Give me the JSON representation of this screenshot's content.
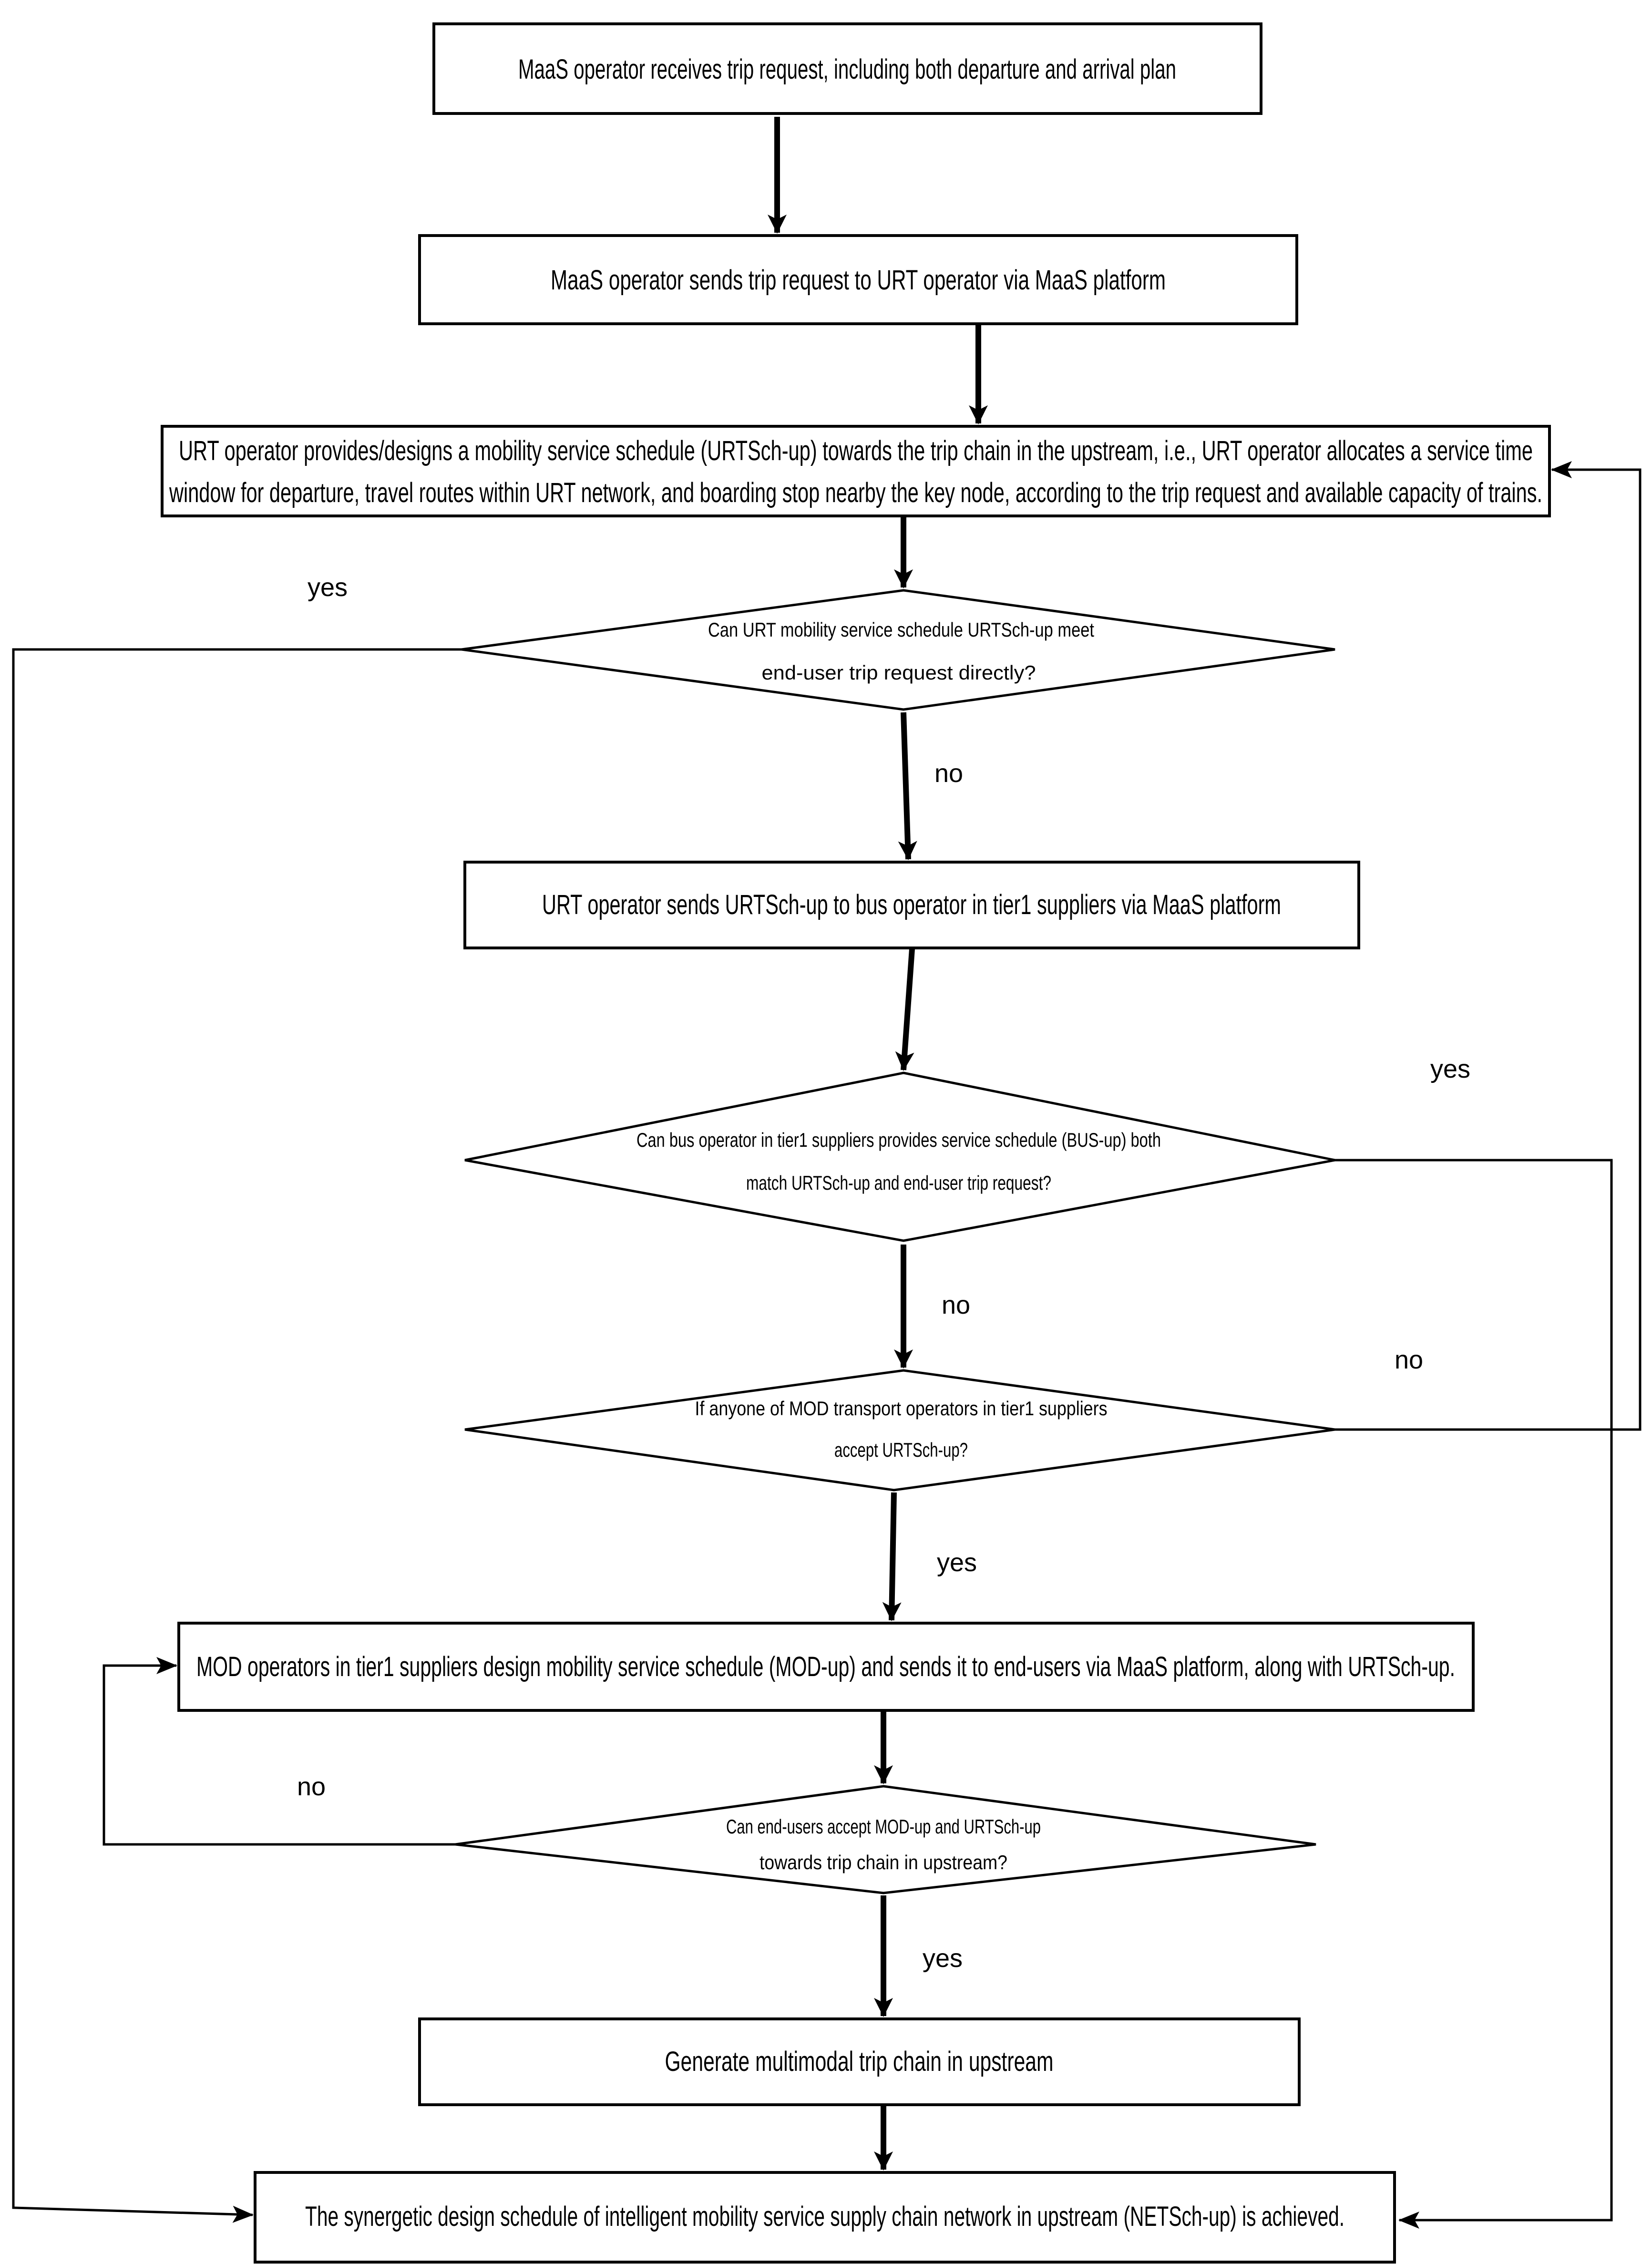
{
  "nodes": {
    "n1": [
      "MaaS operator receives trip request, including both departure and arrival plan"
    ],
    "n2": [
      "MaaS operator sends trip request to URT operator via MaaS platform"
    ],
    "n3": [
      "URT operator provides/designs a mobility service schedule (URTSch-up) towards the trip chain in the upstream, i.e., URT operator allocates a service time",
      "window for departure, travel routes within URT network, and boarding stop nearby the key node, according to the trip request and available capacity of trains."
    ],
    "d1": [
      "Can URT mobility service schedule URTSch-up meet",
      "end-user trip request directly?"
    ],
    "n4": [
      "URT operator sends URTSch-up to bus operator in tier1 suppliers via MaaS platform"
    ],
    "d2": [
      "Can bus operator in tier1 suppliers provides service schedule (BUS-up) both",
      "match URTSch-up and end-user trip request?"
    ],
    "d3": [
      "If anyone of MOD transport operators in tier1 suppliers",
      "accept URTSch-up?"
    ],
    "n5": [
      "MOD operators in tier1 suppliers design mobility service schedule (MOD-up) and sends it to end-users via MaaS platform, along with URTSch-up."
    ],
    "d4": [
      "Can end-users accept MOD-up and URTSch-up",
      "towards trip chain in upstream?"
    ],
    "n6": [
      "Generate multimodal trip chain in upstream"
    ],
    "n7": [
      "The synergetic design schedule of intelligent mobility service supply chain network in upstream (NETSch-up) is achieved."
    ]
  },
  "labels": {
    "d1_yes": "yes",
    "d1_no": "no",
    "d2_yes": "yes",
    "d2_no": "no",
    "d3_no": "no",
    "d3_yes": "yes",
    "d4_no": "no",
    "d4_yes": "yes"
  }
}
